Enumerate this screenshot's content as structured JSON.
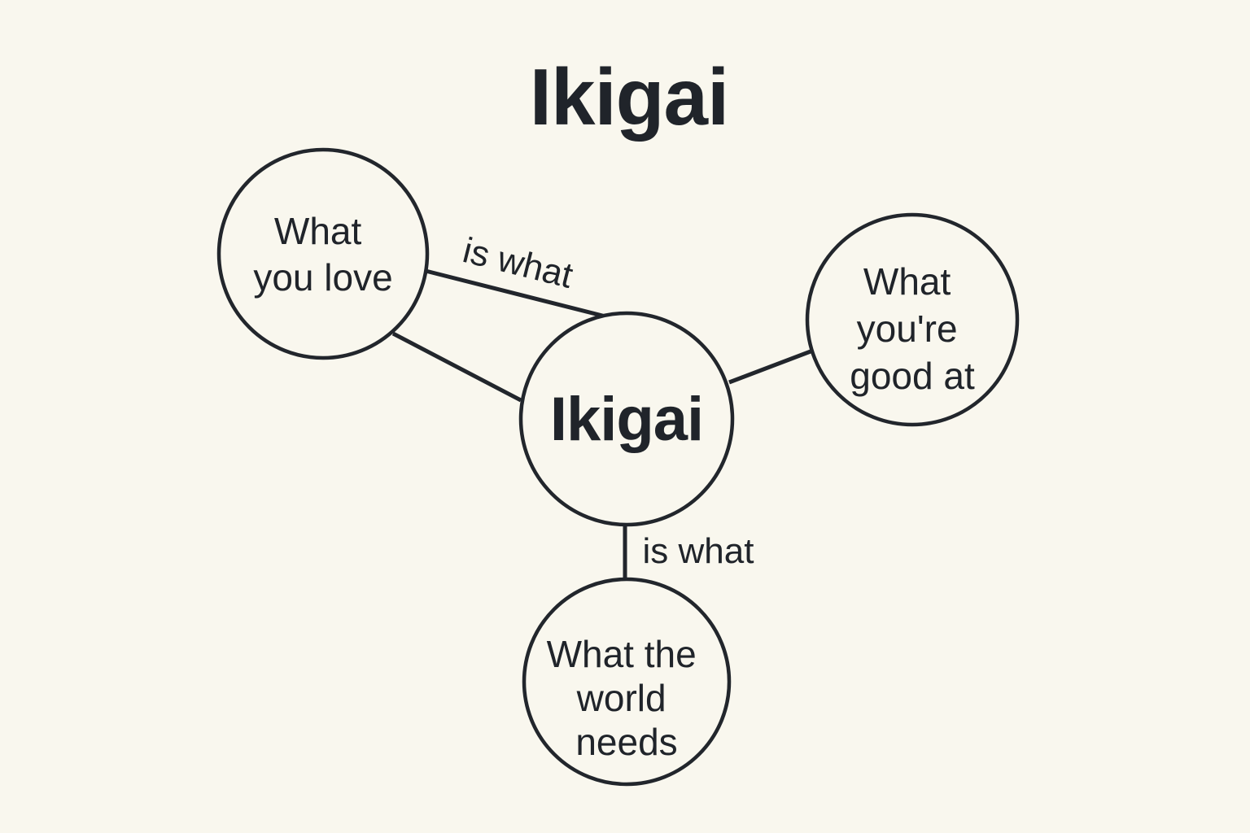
{
  "title": "Ikigai",
  "colors": {
    "background": "#f9f7ee",
    "ink": "#20242a",
    "stroke": "#22262c"
  },
  "nodes": {
    "center": {
      "label": "Ikigai"
    },
    "love": {
      "lines": [
        "What",
        "you love"
      ]
    },
    "good": {
      "lines": [
        "What",
        "you're",
        "good at"
      ]
    },
    "world": {
      "lines": [
        "What the",
        "world",
        "needs"
      ]
    }
  },
  "edge_labels": {
    "love_center": "is what",
    "center_world": "is what"
  }
}
